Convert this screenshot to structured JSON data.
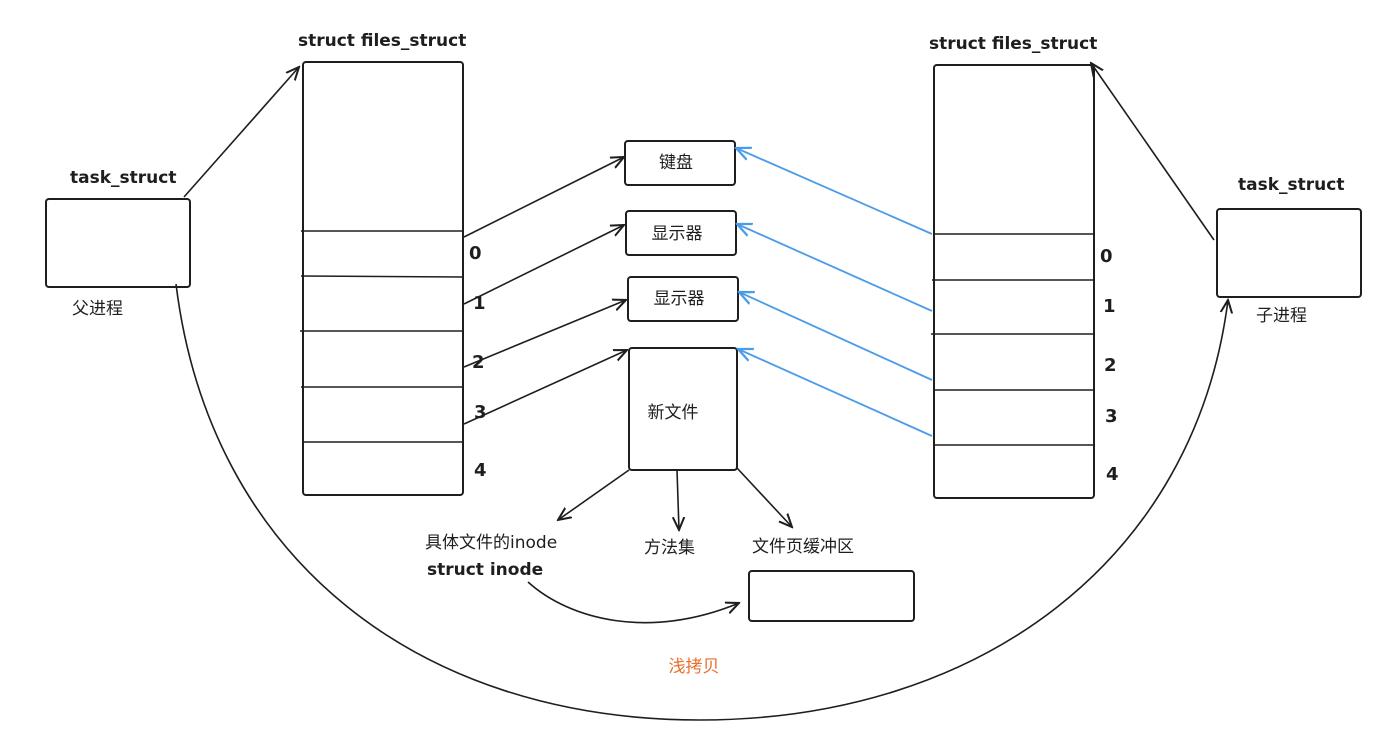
{
  "parent": {
    "struct_label": "task_struct",
    "caption": "父进程",
    "files_struct_label": "struct files_struct",
    "fd_indices": [
      "0",
      "1",
      "2",
      "3",
      "4"
    ]
  },
  "child": {
    "struct_label": "task_struct",
    "caption": "子进程",
    "files_struct_label": "struct files_struct",
    "fd_indices": [
      "0",
      "1",
      "2",
      "3",
      "4"
    ]
  },
  "files": {
    "keyboard": "键盘",
    "display1": "显示器",
    "display2": "显示器",
    "new_file": "新文件"
  },
  "new_file_parts": {
    "inode_line1": "具体文件的inode",
    "inode_line2": "struct inode",
    "methods": "方法集",
    "page_cache": "文件页缓冲区"
  },
  "copy_label": "浅拷贝",
  "colors": {
    "stroke": "#1e1e1e",
    "share_arrow": "#4a9be8",
    "copy_label": "#e8712c"
  }
}
